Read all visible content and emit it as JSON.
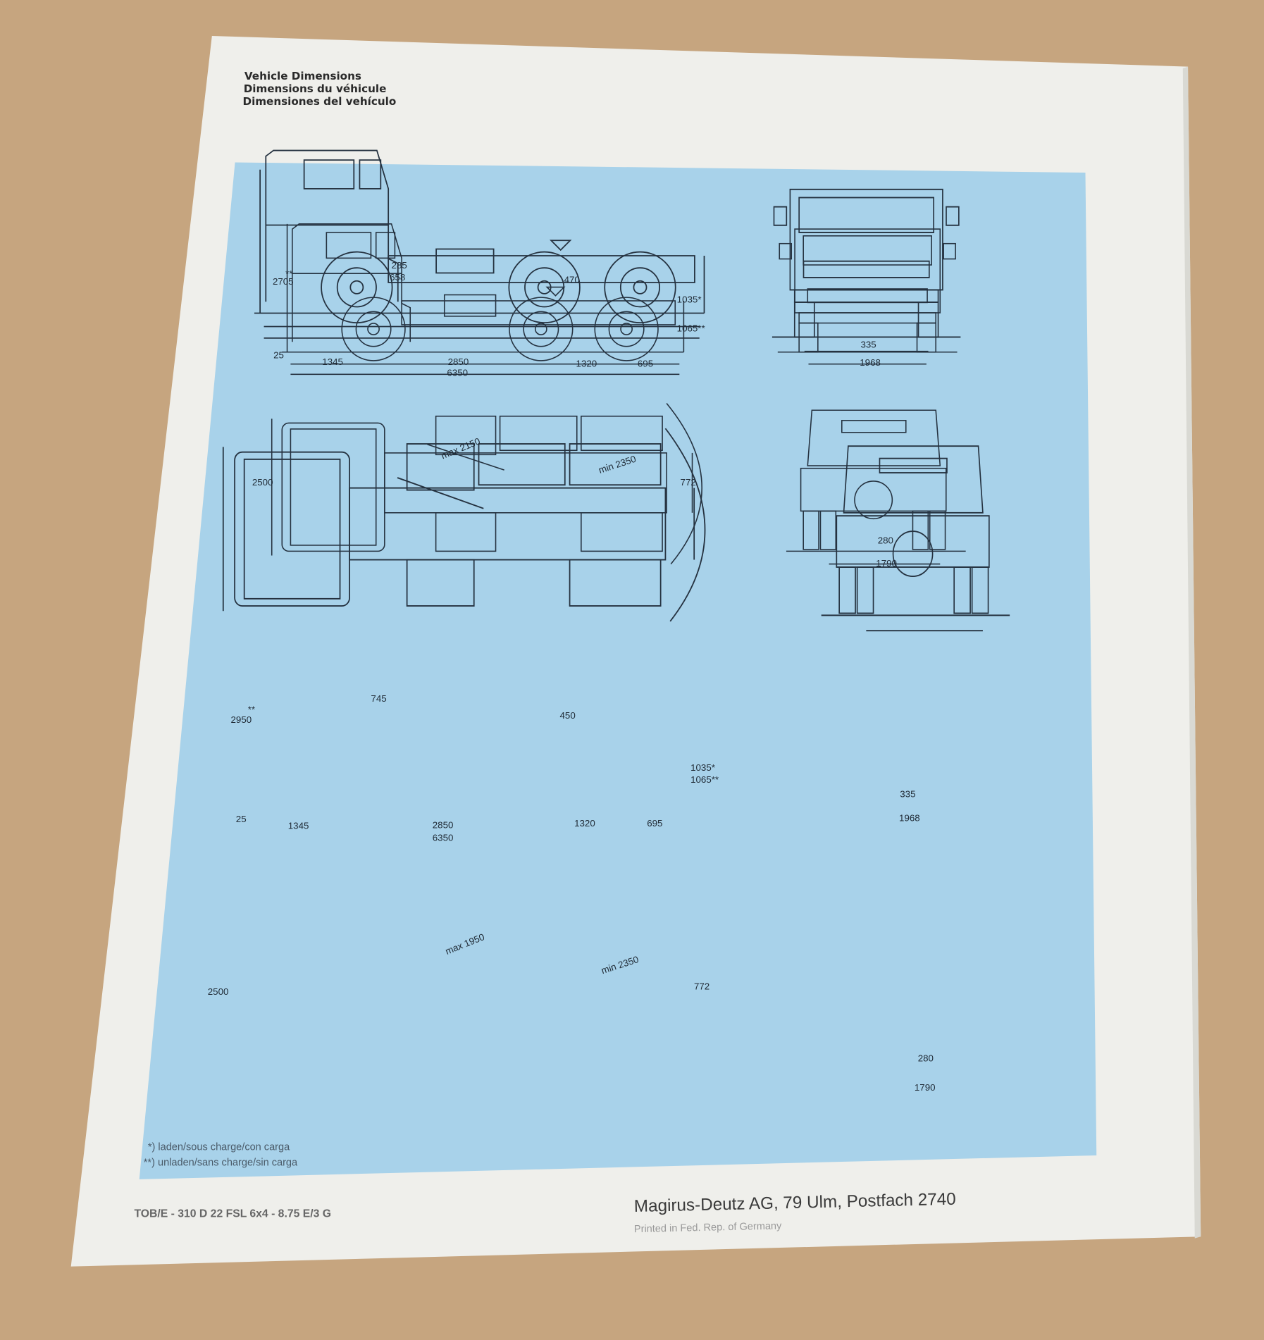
{
  "colors": {
    "background": "#c6a57f",
    "paper": "#efefeb",
    "panel": "#a8d2ea",
    "ink": "#253240"
  },
  "header": {
    "title_en": "Vehicle Dimensions",
    "title_fr": "Dimensions du véhicule",
    "title_es": "Dimensiones del vehículo"
  },
  "diagram1": {
    "side": {
      "height_mark": "**",
      "height": "2705",
      "d285": "285",
      "d658": "658",
      "fifth_wheel": "470",
      "h_laden": "1035*",
      "h_unladen": "1065**",
      "ground": "25",
      "front_overhang": "1345",
      "wheelbase": "2850",
      "tandem": "1320",
      "rear_overhang": "695",
      "length": "6350"
    },
    "front": {
      "d335": "335",
      "track": "1968"
    },
    "top": {
      "width": "2500",
      "swing": "max 2150",
      "radius": "min 2350",
      "d772": "772"
    },
    "rear": {
      "d280": "280",
      "track": "1790"
    }
  },
  "diagram2": {
    "side": {
      "height_mark": "**",
      "height": "2950",
      "d745": "745",
      "fifth_wheel": "450",
      "h_laden": "1035*",
      "h_unladen": "1065**",
      "ground": "25",
      "front_overhang": "1345",
      "wheelbase": "2850",
      "tandem": "1320",
      "rear_overhang": "695",
      "length": "6350"
    },
    "front": {
      "d335": "335",
      "track": "1968"
    },
    "top": {
      "width": "2500",
      "swing": "max 1950",
      "radius": "min 2350",
      "d772": "772"
    },
    "rear": {
      "d280": "280",
      "track": "1790"
    }
  },
  "notes": {
    "laden": "*) laden/sous charge/con carga",
    "unladen": "**) unladen/sans charge/sin carga"
  },
  "footer": {
    "code": "TOB/E - 310 D 22 FSL 6x4 - 8.75  E/3  G",
    "company": "Magirus-Deutz AG, 79 Ulm, Postfach 2740",
    "printed": "Printed in Fed. Rep. of Germany"
  }
}
